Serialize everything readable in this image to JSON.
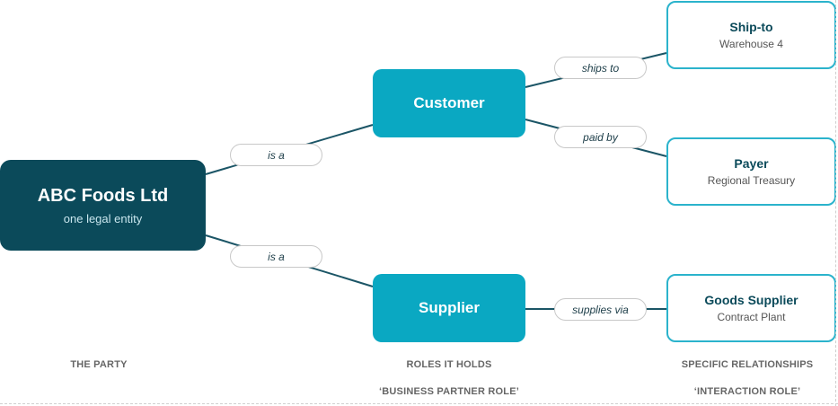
{
  "party": {
    "title": "ABC Foods Ltd",
    "subtitle": "one legal entity"
  },
  "roles": {
    "customer": "Customer",
    "supplier": "Supplier"
  },
  "relationships": {
    "ship_to": {
      "title": "Ship-to",
      "subtitle": "Warehouse 4"
    },
    "payer": {
      "title": "Payer",
      "subtitle": "Regional Treasury"
    },
    "goods_supplier": {
      "title": "Goods Supplier",
      "subtitle": "Contract Plant"
    }
  },
  "connector_labels": {
    "is_a_customer": "is a",
    "is_a_supplier": "is a",
    "ships_to": "ships to",
    "paid_by": "paid by",
    "supplies_via": "supplies via"
  },
  "captions": {
    "party": "THE PARTY",
    "roles": "ROLES IT HOLDS",
    "business_partner_role": "‘BUSINESS PARTNER ROLE’",
    "specific": "SPECIFIC RELATIONSHIPS",
    "interaction_role": "‘INTERACTION ROLE’"
  },
  "colors": {
    "party_fill": "#0b4a5a",
    "role_fill": "#0aa8c2",
    "relationship_border": "#2bb3cc",
    "connector": "#1b5566"
  }
}
